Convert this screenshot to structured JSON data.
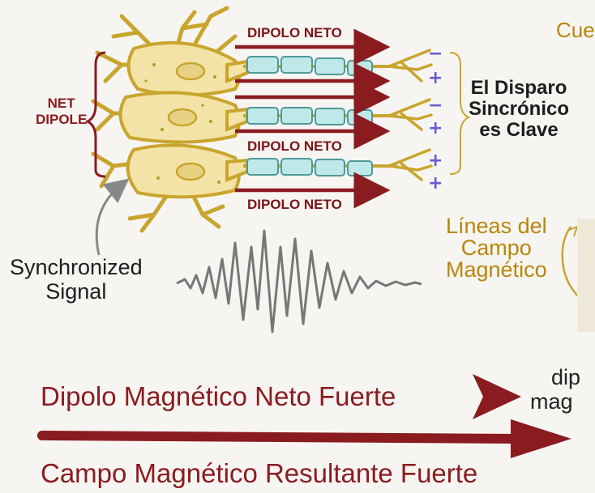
{
  "labels": {
    "dipolo_neto_1": "DIPOLO NETO",
    "dipolo_neto_2": "DIPOLO NETO",
    "dipolo_neto_3": "DIPOLO NETO",
    "net_dipole": "NET\nDIPOLE",
    "disparo": "El Disparo\nSincrónico\nes Clave",
    "cue": "Cue",
    "lineas": "Líneas del\nCampo\nMagnético",
    "sync_signal": "Synchronized\nSignal",
    "dipolo_fuerte": "Dipolo Magnético Neto Fuerte",
    "partial_dip": "dip",
    "partial_mag": "mag",
    "campo_fuerte": "Campo Magnético Resultante Fuerte"
  },
  "signs": [
    "−",
    "+",
    "−",
    "+",
    "+",
    "+"
  ],
  "colors": {
    "dark_red": "#8a1c20",
    "gold": "#b8860b",
    "neuron_fill": "#f4e3a6",
    "neuron_stroke": "#c9a52e",
    "myelin": "#bfe8e8",
    "sign_color": "#6a5acd",
    "wave": "#777777"
  },
  "icons": {
    "neuron": "neuron-cell-illustration",
    "wave": "oscillating-signal-wave",
    "arrow": "right-arrow"
  }
}
